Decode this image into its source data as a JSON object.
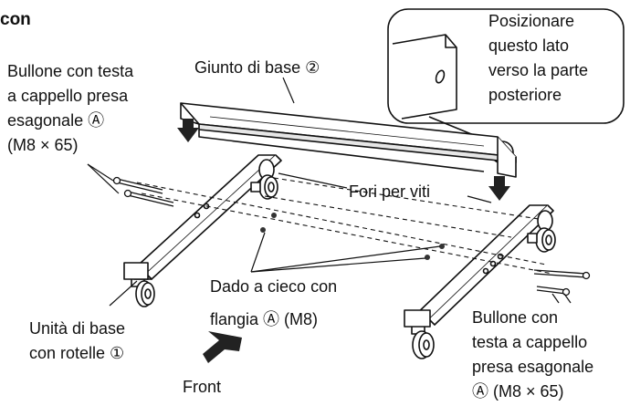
{
  "heading_fragment": "con",
  "labels": {
    "bolt_left": [
      "Bullone con testa",
      "a cappello presa",
      "esagonale Ⓐ",
      "(M8 × 65)"
    ],
    "base_joint": "Giunto di base ②",
    "callout": [
      "Posizionare",
      "questo lato",
      "verso la parte",
      "posteriore"
    ],
    "screw_holes": "Fori per viti",
    "cap_nut": [
      "Dado a cieco con",
      "flangia Ⓐ (M8)"
    ],
    "base_unit": [
      "Unità di base",
      "con rotelle ①"
    ],
    "bolt_right": [
      "Bullone con",
      "testa a cappello",
      "presa esagonale",
      "Ⓐ (M8 × 65)"
    ],
    "front": "Front"
  },
  "colors": {
    "line": "#111111",
    "fill": "#ffffff",
    "shade": "#dddddd",
    "arrow": "#222222"
  }
}
